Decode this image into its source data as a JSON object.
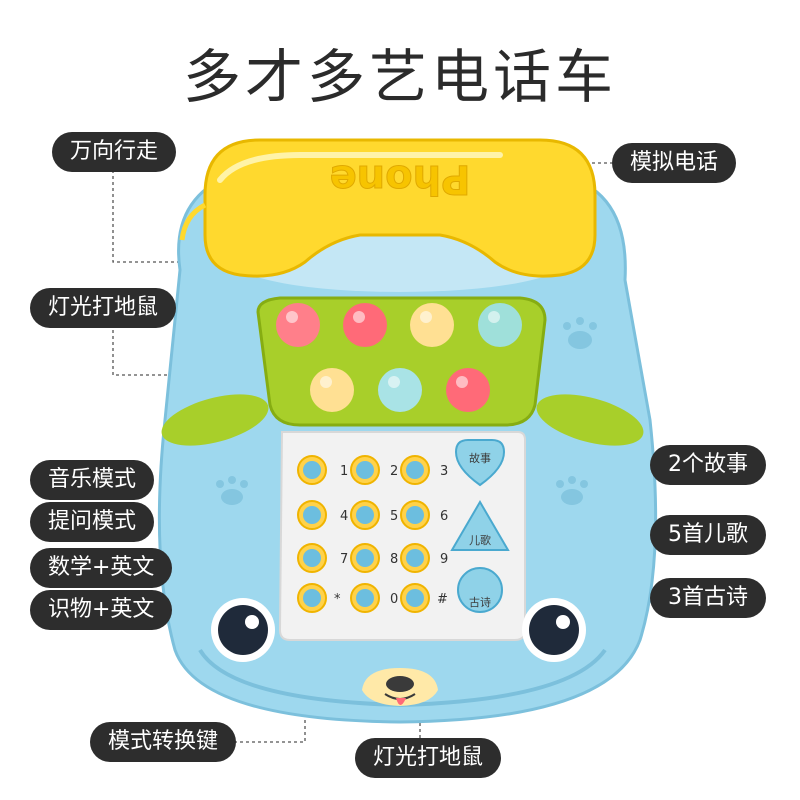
{
  "title": "多才多艺电话车",
  "labels": {
    "left": {
      "universal_wheels": "万向行走",
      "light_whack_mole_top": "灯光打地鼠",
      "music_mode": "音乐模式",
      "question_mode": "提问模式",
      "math_english": "数学+英文",
      "object_english": "识物+英文",
      "mode_switch": "模式转换键"
    },
    "right": {
      "simulated_phone": "模拟电话",
      "two_stories": "2个故事",
      "five_songs": "5首儿歌",
      "three_poems": "3首古诗"
    },
    "bottom": {
      "light_whack_mole_bottom": "灯光打地鼠"
    }
  },
  "toy": {
    "handset_text": "Phone",
    "right_buttons": [
      "故事",
      "儿歌",
      "古诗"
    ],
    "keypad": [
      "1",
      "2",
      "3",
      "4",
      "5",
      "6",
      "7",
      "8",
      "9",
      "*",
      "0",
      "#"
    ],
    "colors": {
      "body": "#9ed8ee",
      "handset": "#ffd92e",
      "green": "#a8cf2a",
      "panel": "#f2f2f2"
    }
  }
}
